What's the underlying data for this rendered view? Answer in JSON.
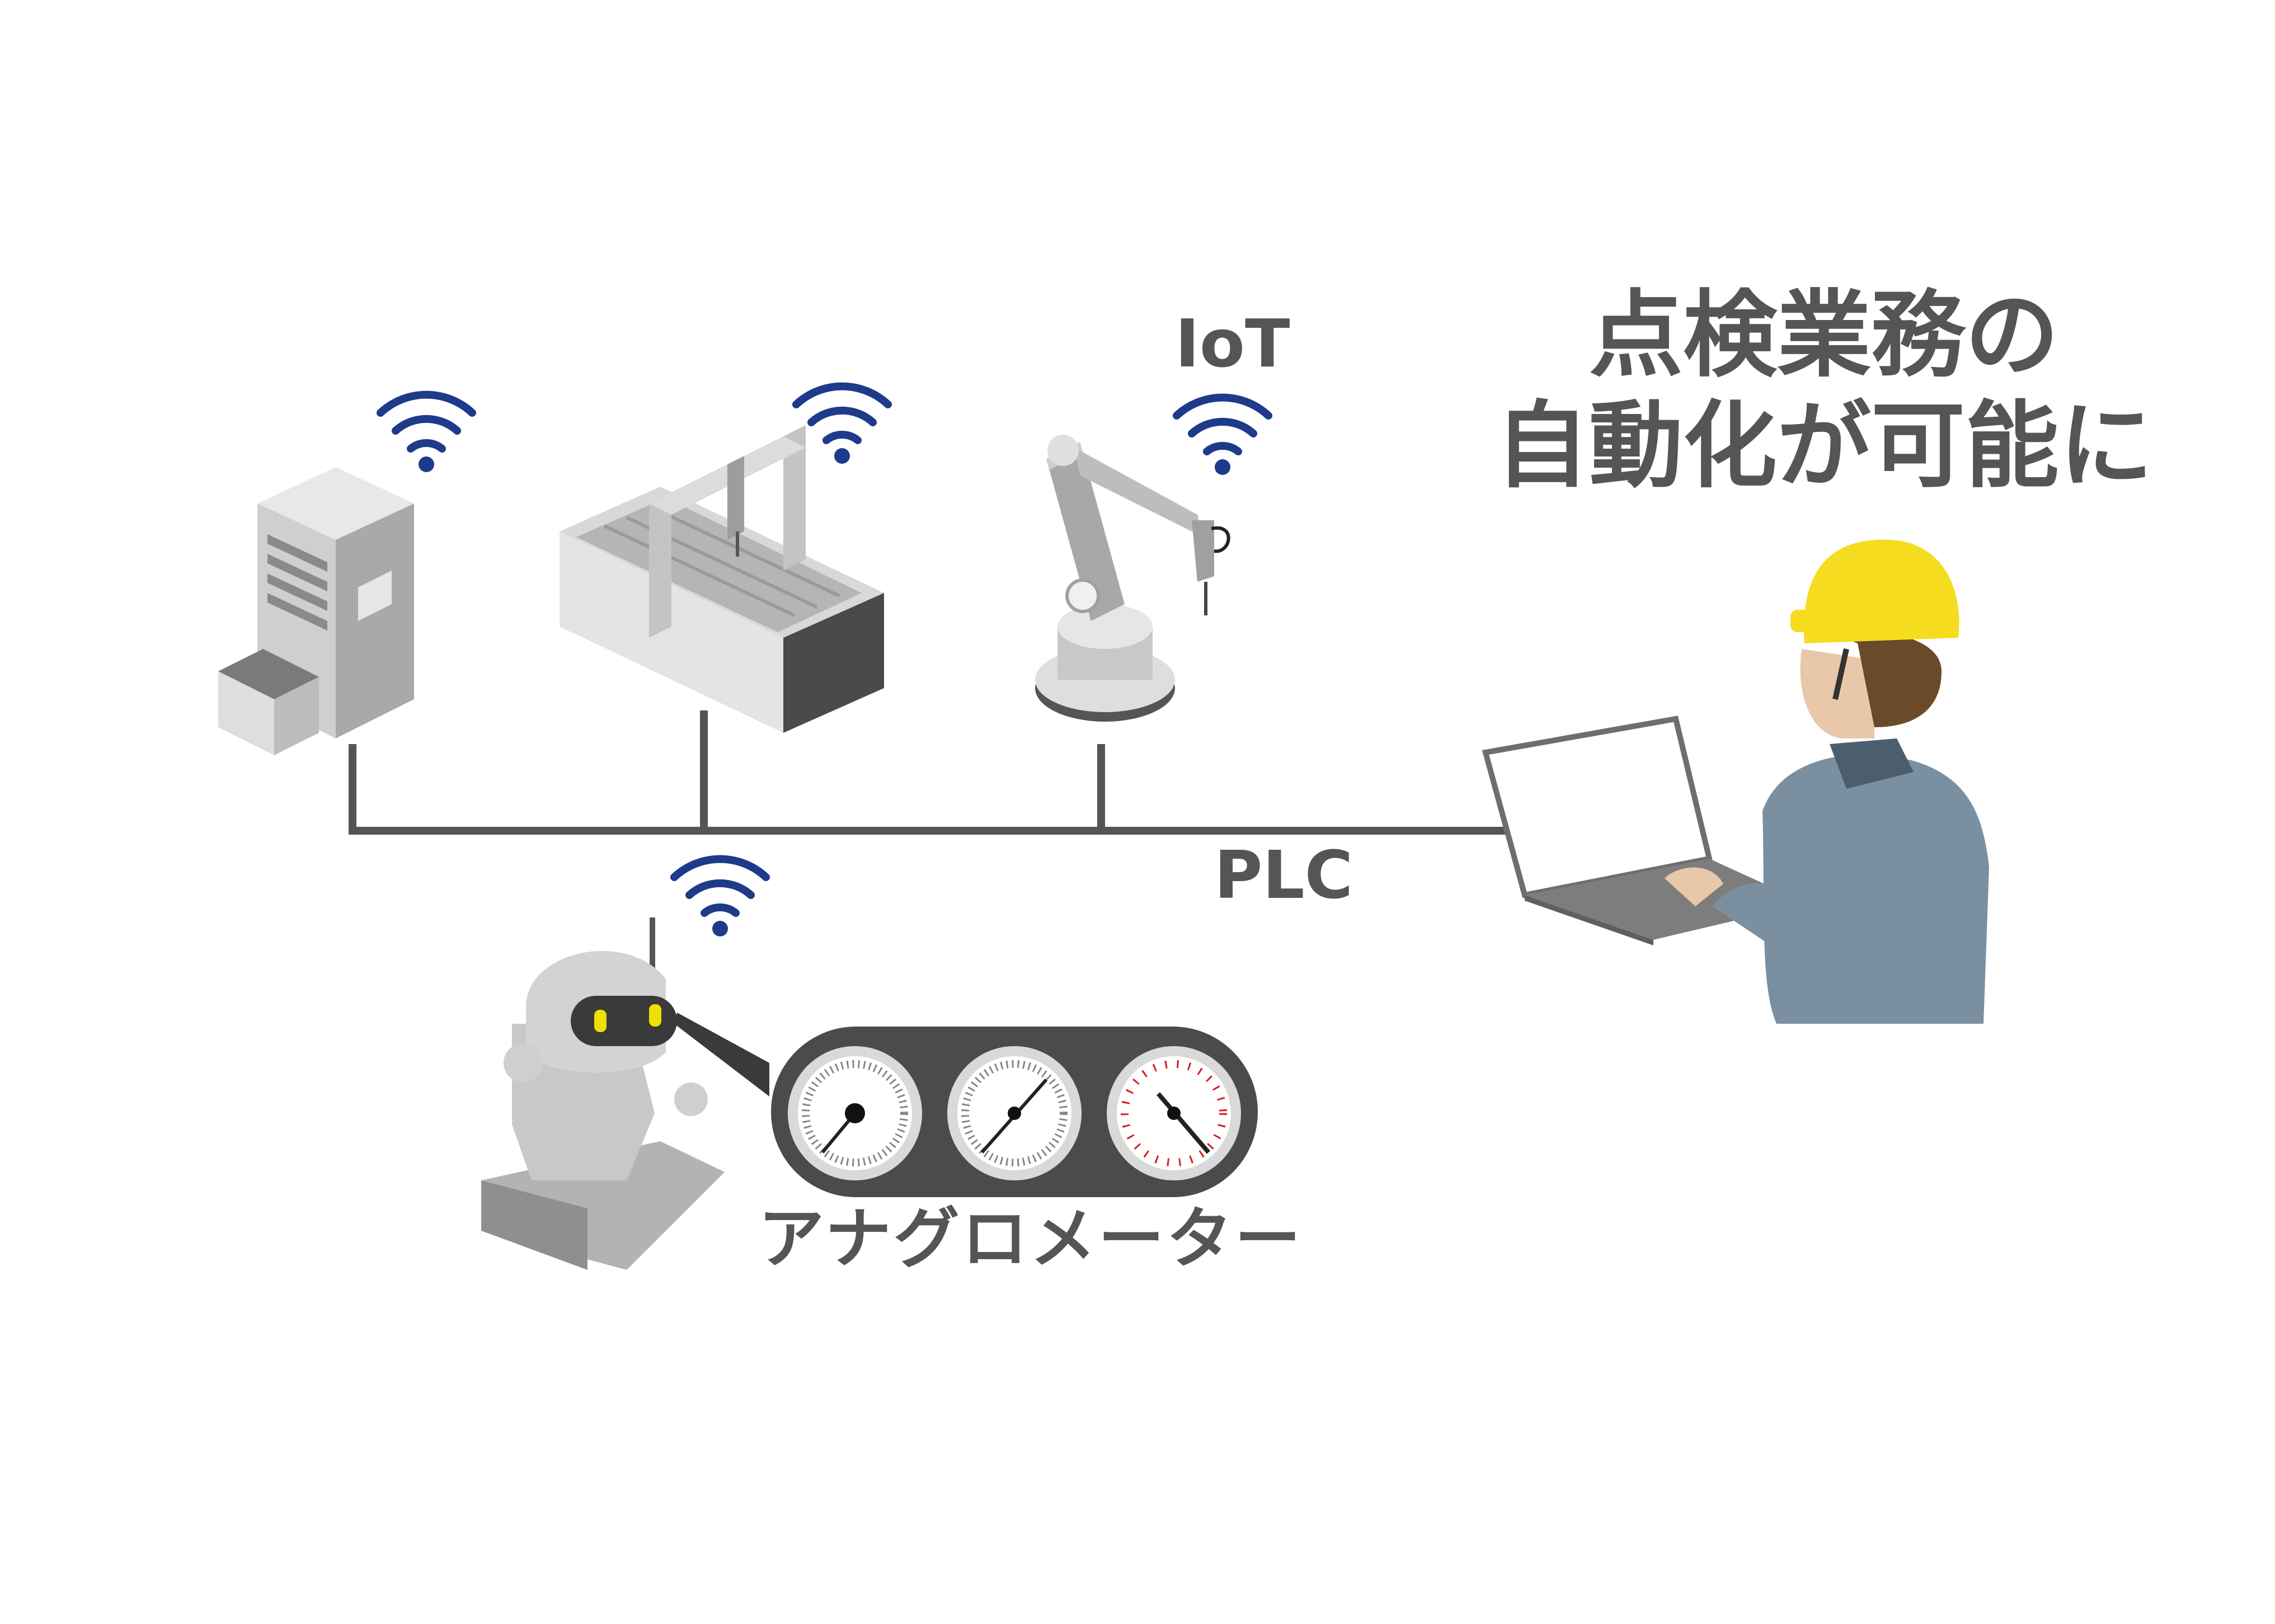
{
  "headline": {
    "line1": "点検業務の",
    "line2": "自動化が可能に"
  },
  "labels": {
    "iot": "IoT",
    "plc": "PLC",
    "analog_meter": "アナグロメーター"
  },
  "colors": {
    "text": "#555555",
    "wifi": "#1e3a8a",
    "network_line": "#555555",
    "helmet": "#f5dc1e",
    "jacket": "#7a8fa0",
    "robot_eye": "#f0e000",
    "gauge_tick_red": "#d21e1e"
  },
  "icons": [
    "wifi-icon",
    "machine-cabinet-icon",
    "conveyor-machine-icon",
    "robot-arm-icon",
    "inspection-robot-icon",
    "analog-gauge-icon",
    "laptop-icon",
    "worker-icon"
  ]
}
